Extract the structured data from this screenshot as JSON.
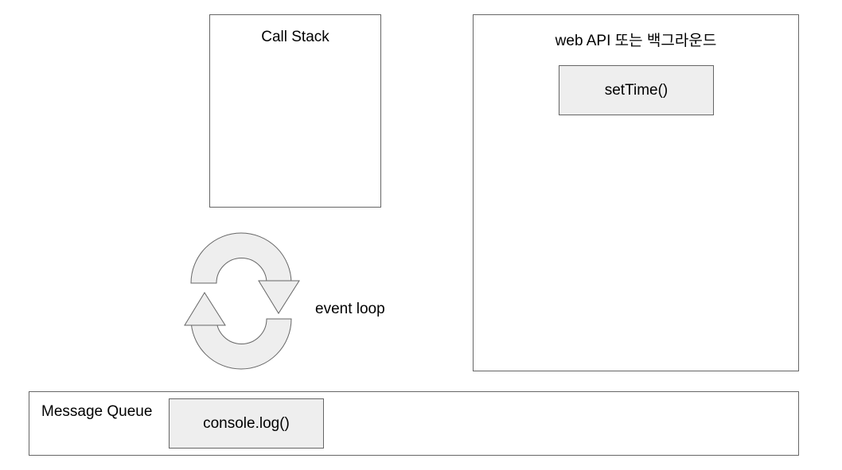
{
  "call_stack": {
    "title": "Call Stack"
  },
  "web_api": {
    "title": "web API 또는 백그라운드",
    "items": [
      "setTime()"
    ]
  },
  "event_loop": {
    "label": "event loop",
    "icon": "cycle-arrows-icon"
  },
  "message_queue": {
    "title": "Message Queue",
    "items": [
      "console.log()"
    ]
  },
  "colors": {
    "border": "#666666",
    "fill": "#eeeeee"
  }
}
